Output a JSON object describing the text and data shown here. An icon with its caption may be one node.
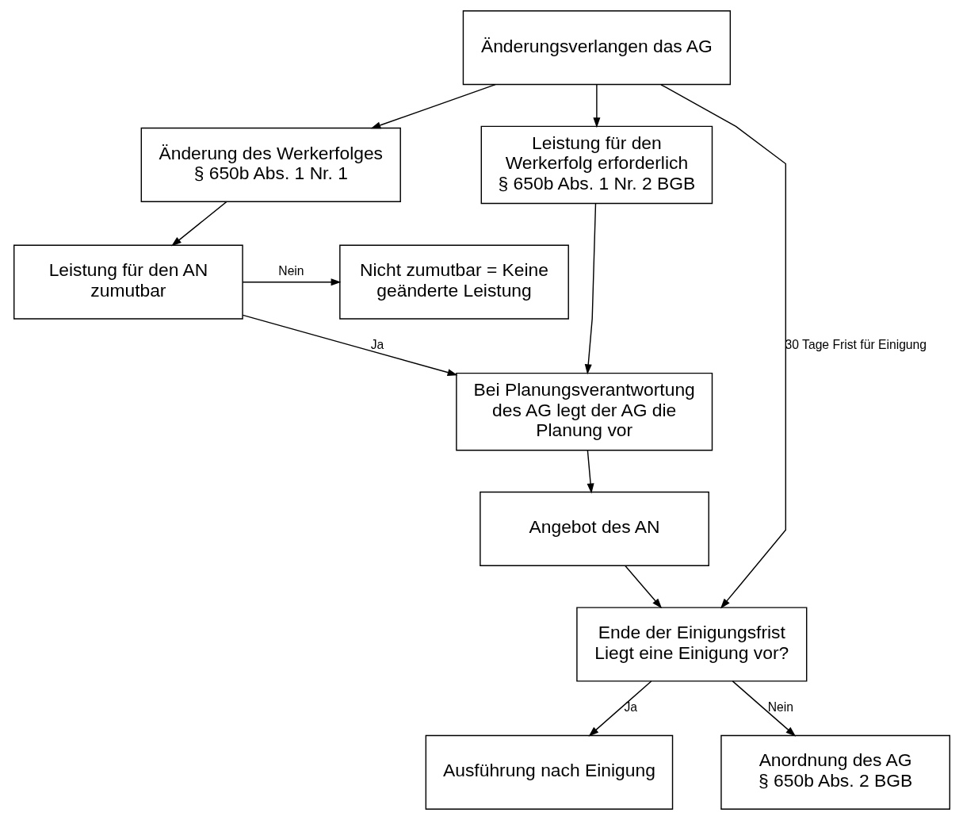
{
  "diagram": {
    "nodes": [
      {
        "text": [
          "Änderungsverlangen das AG"
        ]
      },
      {
        "text": [
          "Änderung des Werkerfolges",
          "§ 650b Abs. 1 Nr. 1"
        ]
      },
      {
        "text": [
          "Leistung für den Werkerfolg erforderlich",
          "§ 650b Abs. 1 Nr. 2 BGB"
        ]
      },
      {
        "text": [
          "Leistung für den AN zumutbar"
        ]
      },
      {
        "text": [
          "Nicht zumutbar = Keine geänderte Leistung"
        ]
      },
      {
        "text": [
          "Bei Planungsverantwortung des AG legt der AG die Planung vor"
        ]
      },
      {
        "text": [
          "Angebot des AN"
        ]
      },
      {
        "text": [
          "Ende der Einigungsfrist",
          "Liegt eine Einigung vor?"
        ]
      },
      {
        "text": [
          "Ausführung nach Einigung"
        ]
      },
      {
        "text": [
          "Anordnung des AG",
          "§ 650b Abs. 2 BGB"
        ]
      }
    ],
    "edges": [
      {
        "from": 0,
        "to": 1,
        "arrow": "to"
      },
      {
        "from": 0,
        "to": 2,
        "arrow": "to"
      },
      {
        "from": 1,
        "to": 3,
        "arrow": "to"
      },
      {
        "from": 3,
        "to": 4,
        "arrow": "to",
        "label": "Nein"
      },
      {
        "from": 3,
        "to": 5,
        "arrow": "to",
        "label": "Ja"
      },
      {
        "from": 2,
        "to": 5,
        "arrow": "to"
      },
      {
        "from": 5,
        "to": 6,
        "arrow": "to"
      },
      {
        "from": 6,
        "to": 7,
        "arrow": "to"
      },
      {
        "from": 0,
        "to": 7,
        "arrow": "to",
        "label": "30 Tage Frist für Einigung"
      },
      {
        "from": 7,
        "to": 8,
        "arrow": "to",
        "label": "Ja"
      },
      {
        "from": 7,
        "to": 9,
        "arrow": "to",
        "label": "Nein"
      }
    ]
  }
}
